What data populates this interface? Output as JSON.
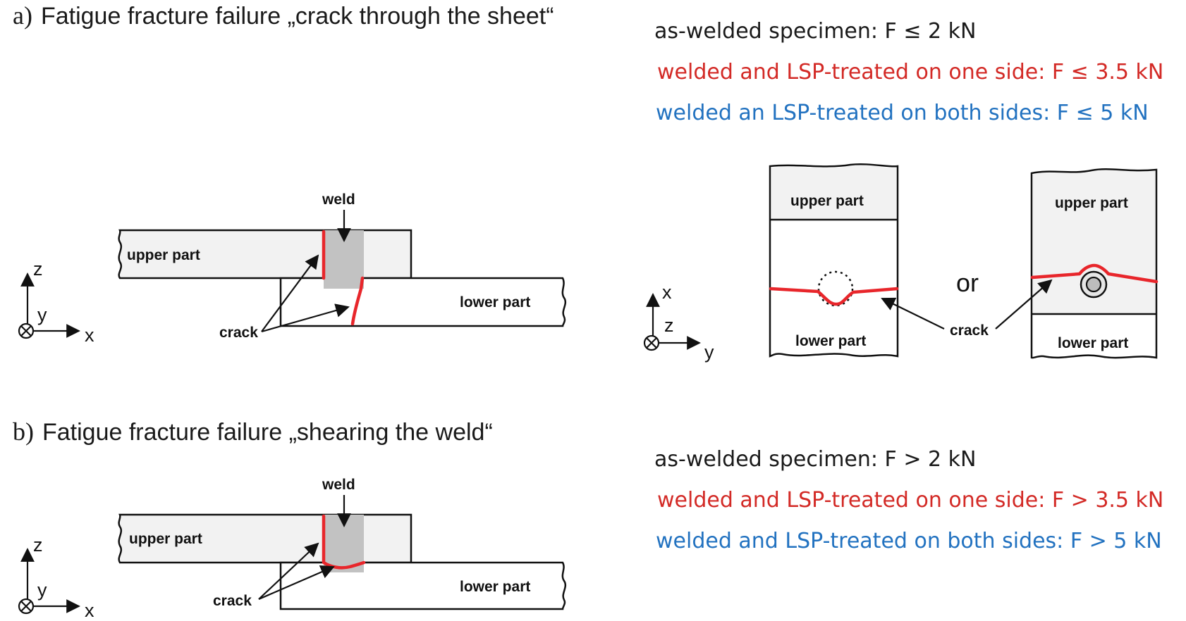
{
  "panel_a": {
    "letter": "a)",
    "title": "Fatigue fracture failure „crack through the sheet“",
    "conditions": [
      {
        "text": "as-welded specimen: F ≤ 2 kN",
        "color": "#1a1a1a"
      },
      {
        "text": "welded and LSP-treated on one side: F ≤ 3.5 kN",
        "color": "#d32a26"
      },
      {
        "text": "welded an LSP-treated on both sides: F ≤ 5 kN",
        "color": "#2272c0"
      }
    ],
    "side_view": {
      "weld_label": "weld",
      "upper_label": "upper part",
      "lower_label": "lower part",
      "crack_label": "crack",
      "axes": {
        "vertical": "z",
        "out_of_plane": "y",
        "horizontal": "x"
      }
    },
    "top_view": {
      "upper_label_1": "upper part",
      "lower_label_1": "lower part",
      "or_label": "or",
      "crack_label": "crack",
      "upper_label_2": "upper part",
      "lower_label_2": "lower part",
      "axes": {
        "vertical": "x",
        "out_of_plane": "z",
        "horizontal": "y"
      }
    }
  },
  "panel_b": {
    "letter": "b)",
    "title": "Fatigue fracture failure „shearing the weld“",
    "conditions": [
      {
        "text": "as-welded specimen: F > 2 kN",
        "color": "#1a1a1a"
      },
      {
        "text": "welded and LSP-treated on one side: F > 3.5 kN",
        "color": "#d32a26"
      },
      {
        "text": "welded and LSP-treated on both sides: F > 5 kN",
        "color": "#2272c0"
      }
    ],
    "side_view": {
      "weld_label": "weld",
      "upper_label": "upper part",
      "lower_label": "lower part",
      "crack_label": "crack",
      "axes": {
        "vertical": "z",
        "out_of_plane": "y",
        "horizontal": "x"
      }
    }
  },
  "colors": {
    "crack": "#e8262b",
    "weld": "#c2c2c2",
    "plate": "#f2f2f2"
  }
}
